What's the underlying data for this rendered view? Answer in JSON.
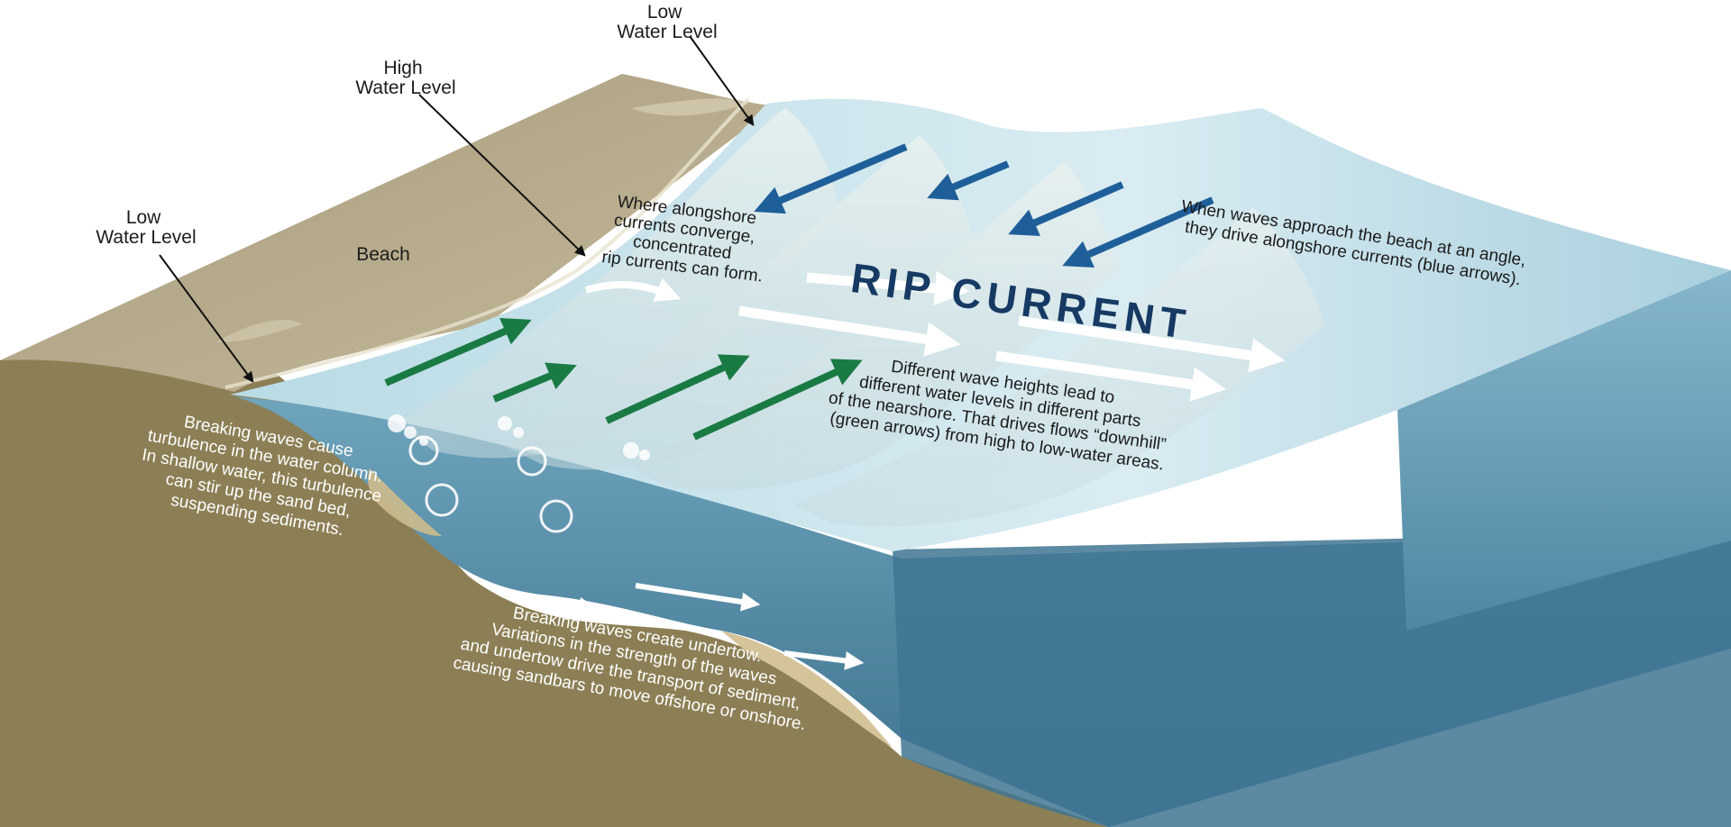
{
  "labels": {
    "low_water_level_top": [
      "Low",
      "Water Level"
    ],
    "high_water_level": [
      "High",
      "Water Level"
    ],
    "low_water_level_left": [
      "Low",
      "Water Level"
    ],
    "beach": "Beach",
    "converge": [
      "Where alongshore",
      "currents converge,",
      "concentrated",
      "rip currents can form."
    ],
    "alongshore": [
      "When waves approach the beach at an angle,",
      "they drive alongshore currents (blue arrows)."
    ],
    "rip_current": "RIP CURRENT",
    "wave_heights": [
      "Different wave heights lead to",
      "different water levels in different parts",
      "of the nearshore. That drives flows “downhill”",
      "(green arrows) from high to low-water areas."
    ],
    "turbulence": [
      "Breaking waves cause",
      "turbulence in the water column.",
      "In shallow water, this turbulence",
      "can stir up the sand bed,",
      "suspending sediments."
    ],
    "undertow": [
      "Breaking waves create undertow.",
      "Variations in the strength of the waves",
      "and undertow drive the transport of sediment,",
      "causing sandbars to move offshore or onshore."
    ]
  },
  "colors": {
    "sand_top": "#b0a58a",
    "sand_side": "#8c7f55",
    "water_light": "#cfe6ee",
    "water_mid": "#5f97b0",
    "water_deep": "#3a6f8c",
    "blue_arrow": "#1f5f99",
    "green_arrow": "#1a7a44",
    "title": "#163a63"
  }
}
